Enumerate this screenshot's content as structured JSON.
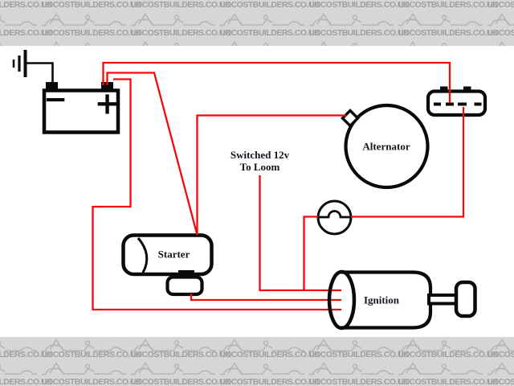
{
  "watermark": {
    "text": "LOCOSTBUILDERS.CO.UK",
    "graphic": "kit-car-line-drawing-icon",
    "background": "#d6d6d6",
    "text_color": "#9f9f9f",
    "graphic_color": "#b6b6b6"
  },
  "diagram": {
    "background": "#ffffff",
    "wire_color": "#f40808",
    "component_color": "#0a0a0a",
    "labels": {
      "alternator": "Alternator",
      "starter": "Starter",
      "ignition": "Ignition",
      "switched_line1": "Switched 12v",
      "switched_line2": "To Loom"
    },
    "battery": {
      "negative_symbol": "−",
      "positive_symbol": "+"
    }
  }
}
